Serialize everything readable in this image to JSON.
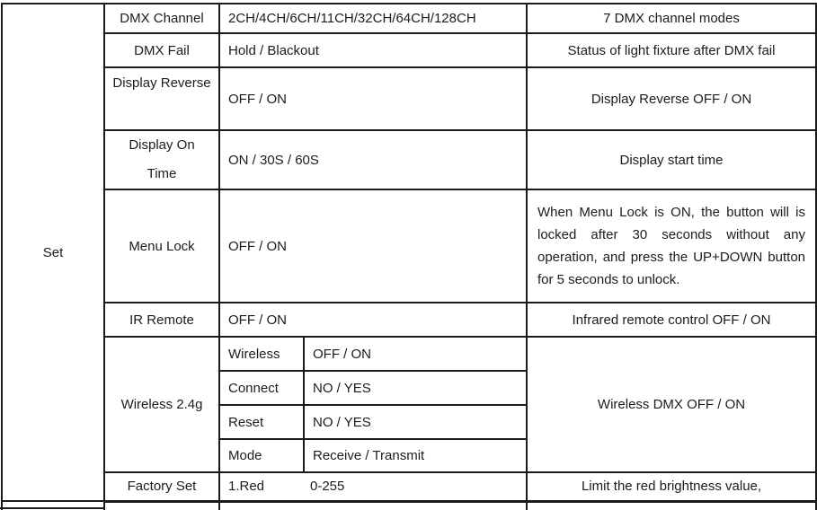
{
  "colors": {
    "background": "#ffffff",
    "border": "#1b1b1b",
    "text": "#1c1c1c"
  },
  "table": {
    "group_label": "Set",
    "rows": [
      {
        "name": "DMX Channel",
        "value": "2CH/4CH/6CH/11CH/32CH/64CH/128CH",
        "description": "7 DMX channel modes"
      },
      {
        "name": "DMX Fail",
        "value": "Hold / Blackout",
        "description": "Status of light fixture after DMX fail"
      },
      {
        "name": "Display Reverse",
        "value": "OFF / ON",
        "description": "Display Reverse OFF / ON"
      },
      {
        "name": "Display On Time",
        "name_lines": [
          "Display On",
          "Time"
        ],
        "value": "ON / 30S / 60S",
        "description": "Display start time"
      },
      {
        "name": "Menu Lock",
        "value": "OFF / ON",
        "description": "When Menu Lock is ON, the button will is locked after 30 seconds without any operation, and press the UP+DOWN button for 5 seconds to unlock."
      },
      {
        "name": "IR Remote",
        "value": "OFF / ON",
        "description": "Infrared remote control OFF / ON"
      },
      {
        "name": "Wireless 2.4g",
        "description": "Wireless DMX OFF / ON",
        "subrows": [
          {
            "name": "Wireless",
            "value": "OFF / ON"
          },
          {
            "name": "Connect",
            "value": "NO / YES"
          },
          {
            "name": "Reset",
            "value": "NO / YES"
          },
          {
            "name": "Mode",
            "value": "Receive / Transmit"
          }
        ]
      },
      {
        "name": "Factory Set",
        "value_item": "1.Red",
        "value_range": "0-255",
        "description": "Limit the red brightness value,"
      }
    ]
  }
}
